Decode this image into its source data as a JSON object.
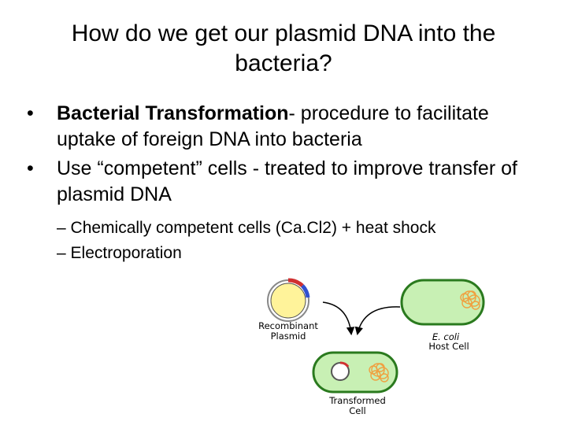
{
  "slide": {
    "title_line1": "How do we get our plasmid DNA into the",
    "title_line2": "bacteria?",
    "bullets": [
      {
        "marker": "•",
        "bold": "Bacterial Transformation",
        "text": "- procedure to facilitate uptake of foreign DNA into bacteria"
      },
      {
        "marker": "•",
        "bold": "",
        "text": "Use “competent” cells - treated to improve transfer of plasmid DNA"
      }
    ],
    "sub_bullets": [
      {
        "marker": "–",
        "text": "Chemically competent cells (Ca.Cl2) + heat shock"
      },
      {
        "marker": "–",
        "text": "Electroporation"
      }
    ]
  },
  "diagram": {
    "plasmid_label_line1": "Recombinant",
    "plasmid_label_line2": "Plasmid",
    "ecoli_label_line1": "E. coli",
    "ecoli_label_line2": "Host Cell",
    "transformed_label_line1": "Transformed",
    "transformed_label_line2": "Cell",
    "colors": {
      "cell_fill": "#c8f0b4",
      "cell_outline": "#2a7a1e",
      "chromosome": "#f0a040",
      "plasmid_fill": "#fff39a",
      "arrow": "#000000"
    }
  }
}
